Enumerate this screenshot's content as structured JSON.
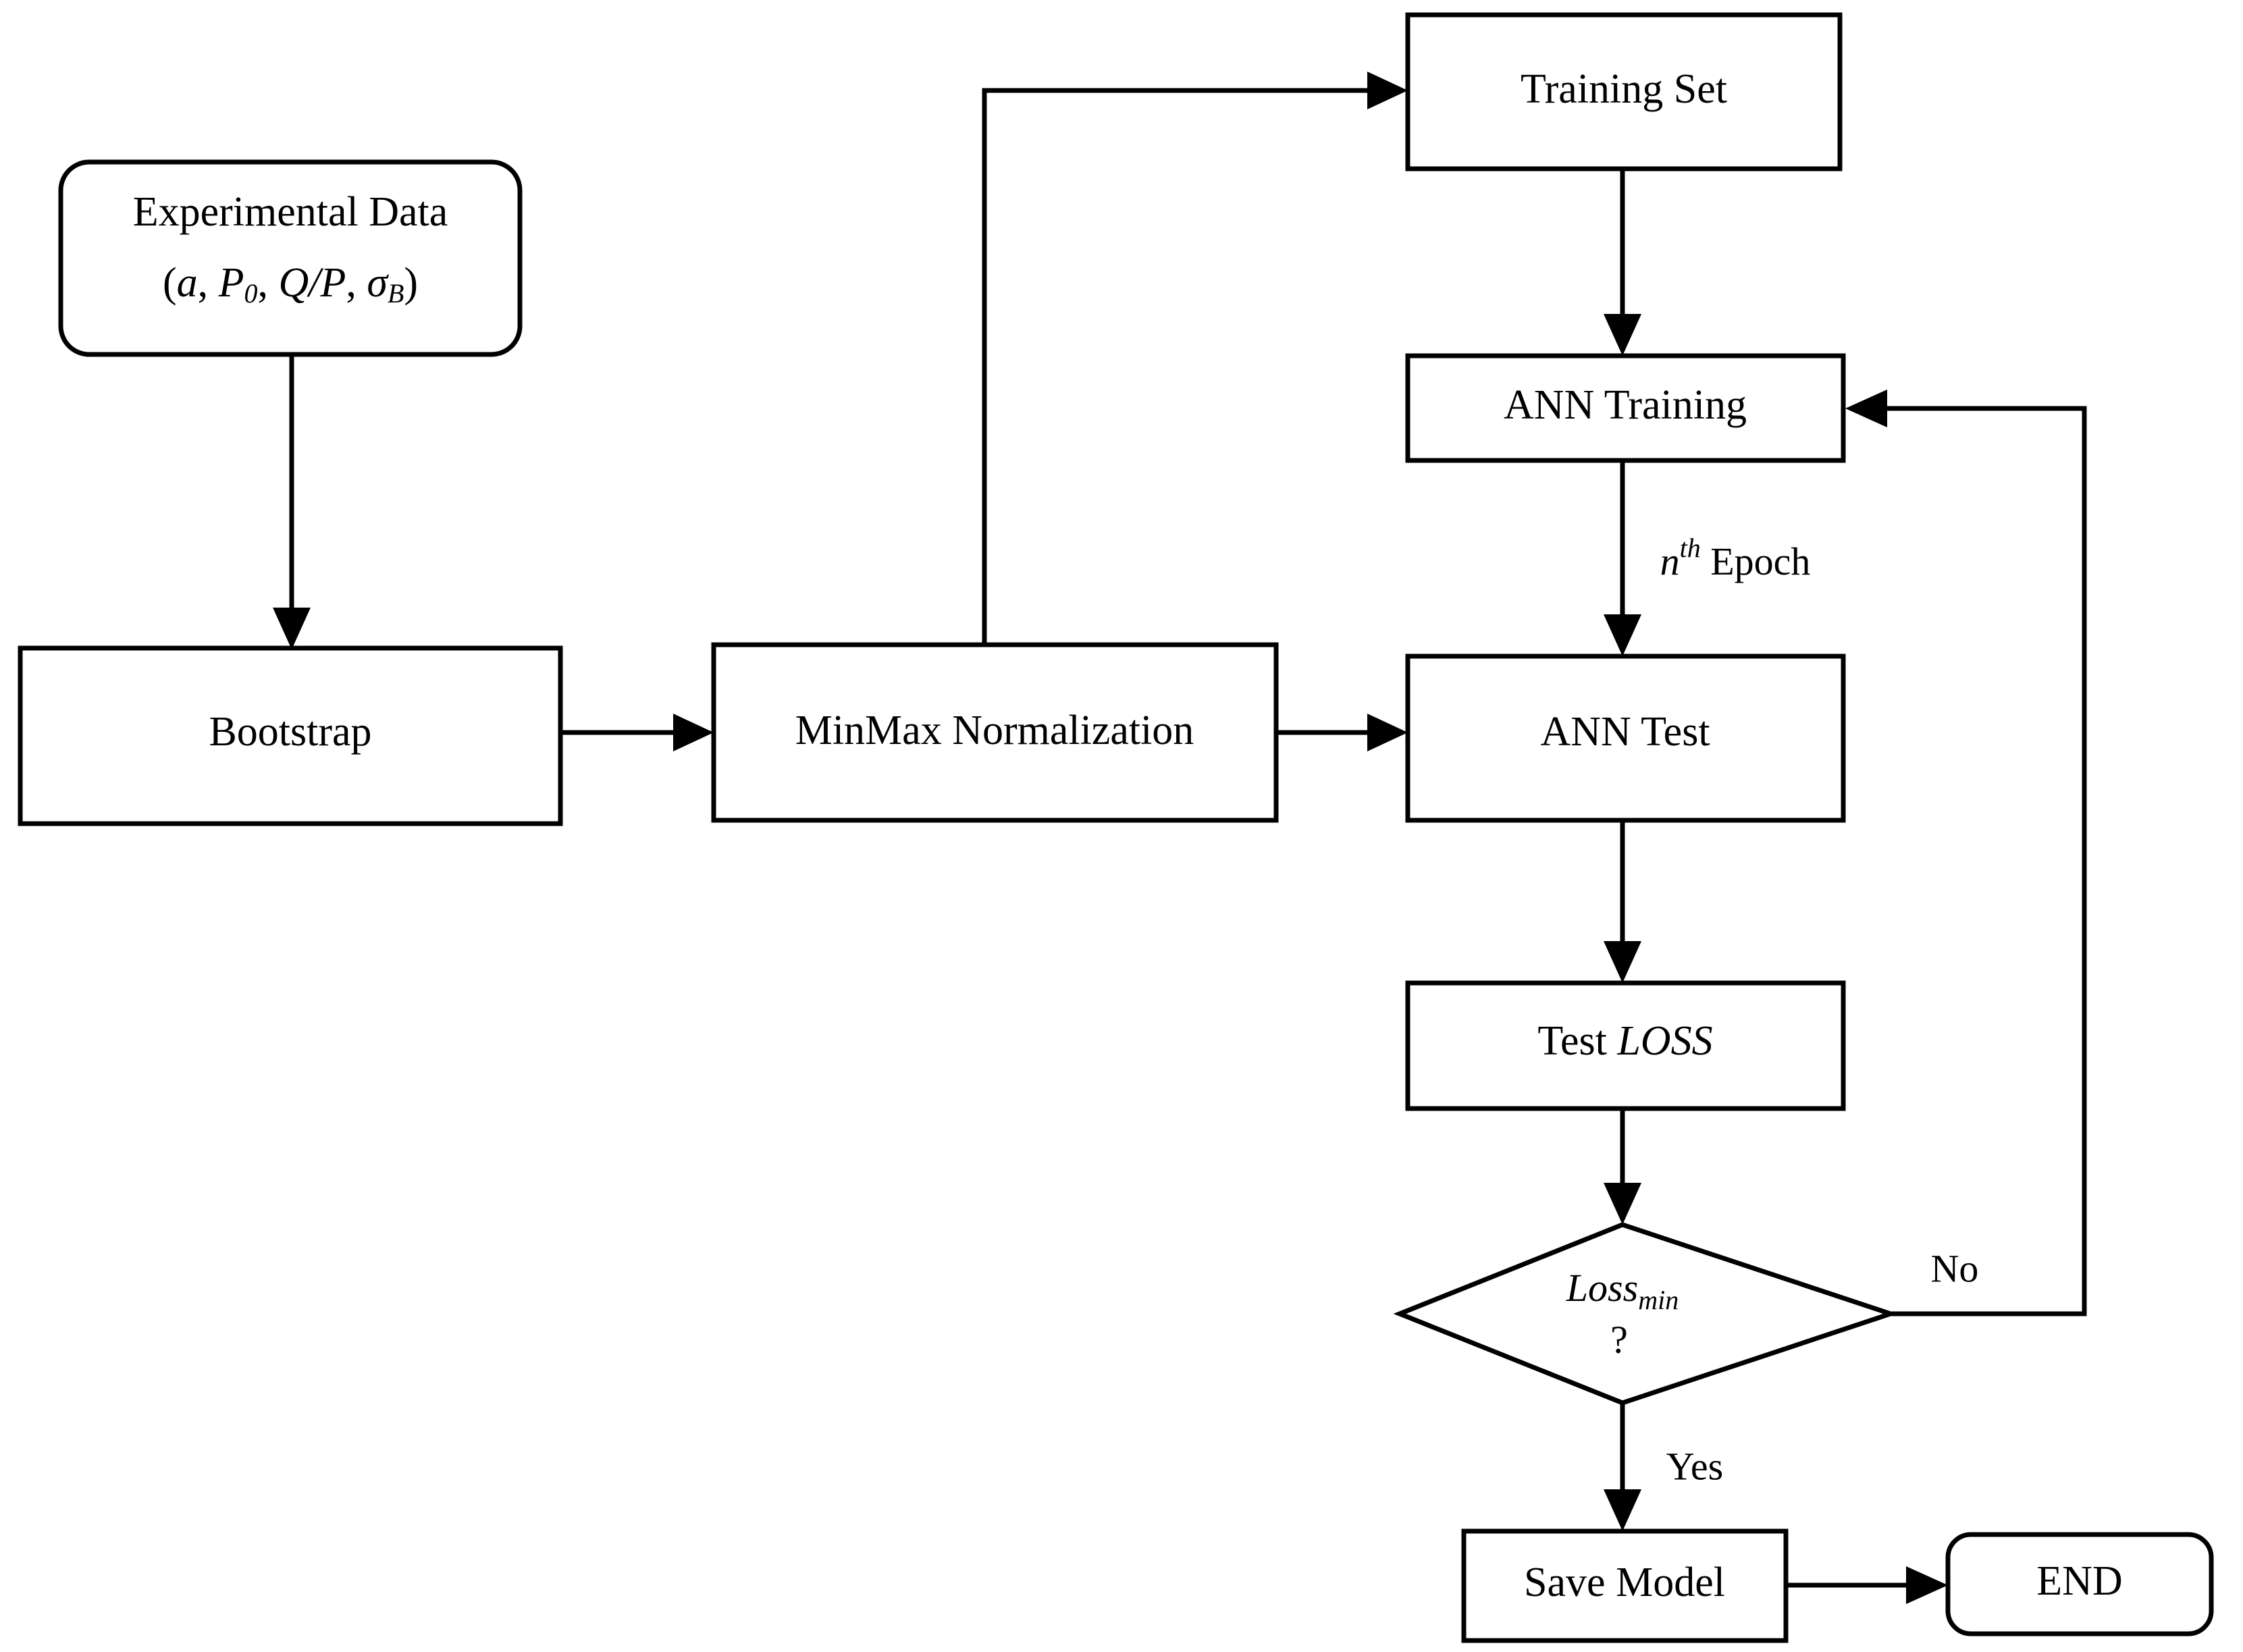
{
  "diagram": {
    "title": "ANN training workflow flowchart",
    "type": "flowchart",
    "background_color": "#ffffff",
    "line_color": "#000000"
  },
  "nodes": {
    "experimental_data": {
      "label_line1": "Experimental Data",
      "label_line2_open": "(",
      "label_var_a": "a",
      "label_sep1": ", ",
      "label_var_P": "P",
      "label_sub_0": "0",
      "label_sep2": ", ",
      "label_var_QP": "Q/P",
      "label_sep3": ", ",
      "label_var_sigma": "σ",
      "label_sub_B": "B",
      "label_line2_close": ")",
      "shape": "rounded-rectangle"
    },
    "bootstrap": {
      "label": "Bootstrap",
      "shape": "rectangle"
    },
    "minmax_normalization": {
      "label": "MinMax Normalization",
      "shape": "rectangle"
    },
    "training_set": {
      "label": "Training Set",
      "shape": "rectangle"
    },
    "ann_training": {
      "label": "ANN Training",
      "shape": "rectangle"
    },
    "ann_test": {
      "label": "ANN Test",
      "shape": "rectangle"
    },
    "test_loss": {
      "label_plain": "Test ",
      "label_italic": "LOSS",
      "shape": "rectangle"
    },
    "loss_min_decision": {
      "label_italic": "Loss",
      "label_sub": "min",
      "label_question": "?",
      "shape": "diamond"
    },
    "save_model": {
      "label": "Save Model",
      "shape": "rectangle"
    },
    "end": {
      "label": "END",
      "shape": "rounded-rectangle"
    }
  },
  "edge_labels": {
    "nth_epoch_var": "n",
    "nth_epoch_sup": "th",
    "nth_epoch_word": " Epoch",
    "no": "No",
    "yes": "Yes"
  }
}
